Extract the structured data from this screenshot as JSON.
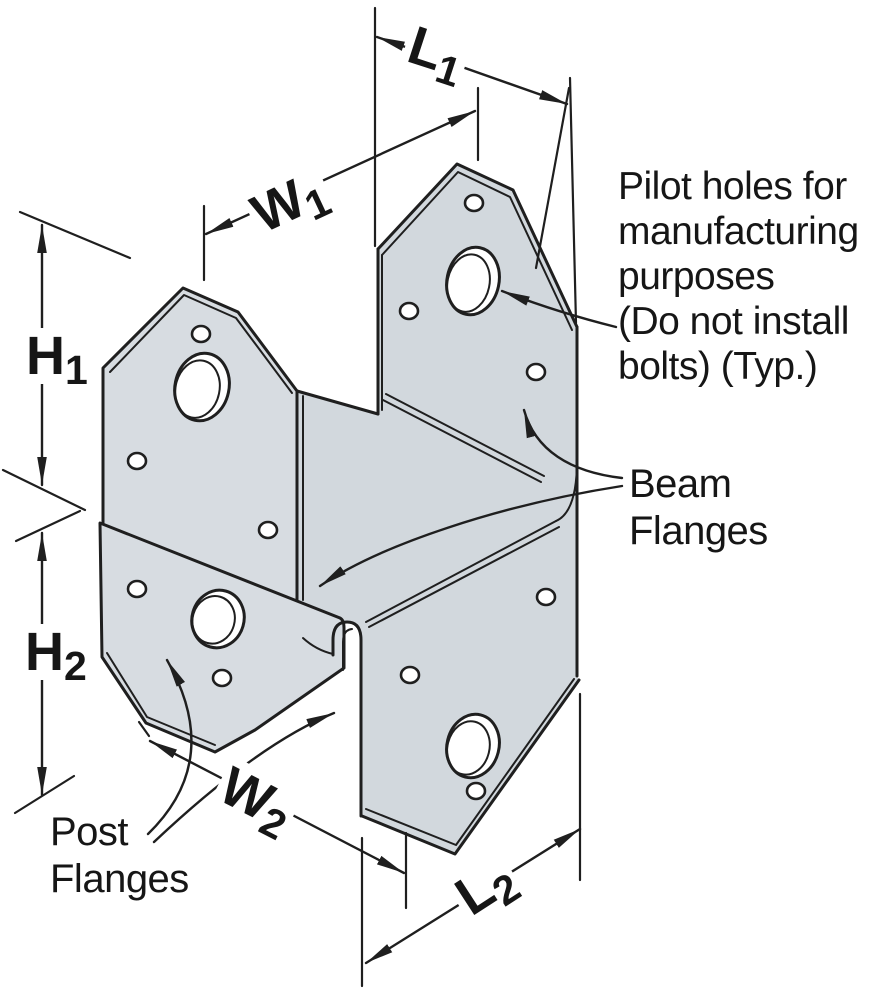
{
  "diagram_title": "Post-to-beam connector dimensional diagram",
  "annotations": {
    "pilot_note": "Pilot holes for\nmanufacturing\npurposes\n(Do not install\nbolts) (Typ.)",
    "beam_flanges": "Beam\nFlanges",
    "post_flanges": "Post\nFlanges"
  },
  "dimensions": {
    "l1": {
      "letter": "L",
      "sub": "1"
    },
    "w1": {
      "letter": "W",
      "sub": "1"
    },
    "h1": {
      "letter": "H",
      "sub": "1"
    },
    "h2": {
      "letter": "H",
      "sub": "2"
    },
    "w2": {
      "letter": "W",
      "sub": "2"
    },
    "l2": {
      "letter": "L",
      "sub": "2"
    }
  },
  "colors": {
    "steel_fill": "#d7dce1",
    "steel_fill_web": "#d2d8dd",
    "line": "#1f1f1f",
    "background": "#ffffff"
  }
}
